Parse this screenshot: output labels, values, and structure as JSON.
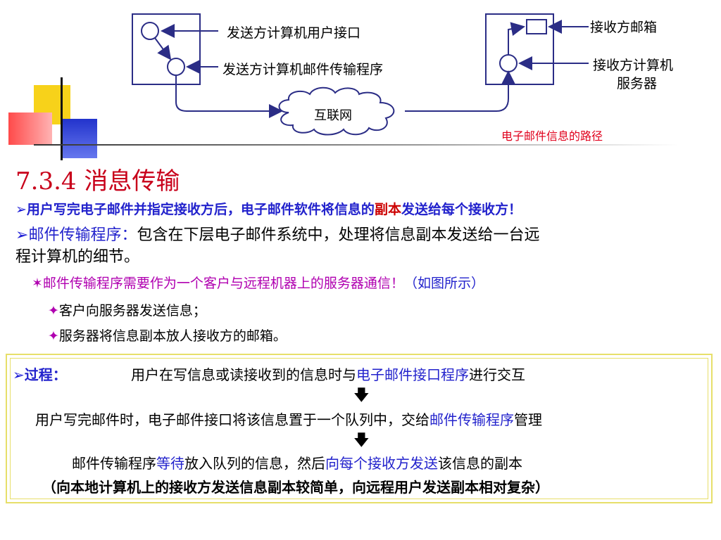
{
  "diagram": {
    "sender_ui_label": "发送方计算机用户接口",
    "sender_transfer_label": "发送方计算机邮件传输程序",
    "receiver_mailbox_label": "接收方邮箱",
    "receiver_server_label_1": "接收方计算机",
    "receiver_server_label_2": "服务器",
    "internet_label": "互联网",
    "caption": "电子邮件信息的路径"
  },
  "section": {
    "title": "7.3.4 消息传输",
    "line1_part1": "用户写完电子邮件并指定接收方后，电子邮件软件将信息的",
    "line1_highlight": "副本",
    "line1_part2": "发送给每个接收方！",
    "line2_term": "邮件传输程序：",
    "line2_text": "包含在下层电子邮件系统中，处理将信息副本发送给一台远",
    "line3_text": "程计算机的细节。",
    "line4_text": "邮件传输程序需要作为一个客户与远程机器上的服务器通信！",
    "line4_note": "（如图所示）",
    "line5_text": "客户向服务器发送信息；",
    "line6_text": "服务器将信息副本放人接收方的邮箱。"
  },
  "process": {
    "label": "过程：",
    "step1_part1": "用户在写信息或读接收到的信息时与",
    "step1_highlight": "电子邮件接口程序",
    "step1_part2": "进行交互",
    "step2_part1": "用户写完邮件时，电子邮件接口将该信息置于一个队列中，交给",
    "step2_highlight": "邮件传输程序",
    "step2_part2": "管理",
    "step3_part1": "邮件传输程序",
    "step3_highlight1": "等待",
    "step3_part2": "放入队列的信息，然后",
    "step3_highlight2": "向每个接收方发送",
    "step3_part3": "该信息的副本",
    "step4": "（向本地计算机上的接收方发送信息副本较简单，向远程用户发送副本相对复杂）"
  },
  "colors": {
    "title_red": "#c8001a",
    "blue": "#2222cc",
    "purple": "#b000b0",
    "border_yellow": "#e7df6a",
    "diagram_navy": "#2b2d86"
  }
}
